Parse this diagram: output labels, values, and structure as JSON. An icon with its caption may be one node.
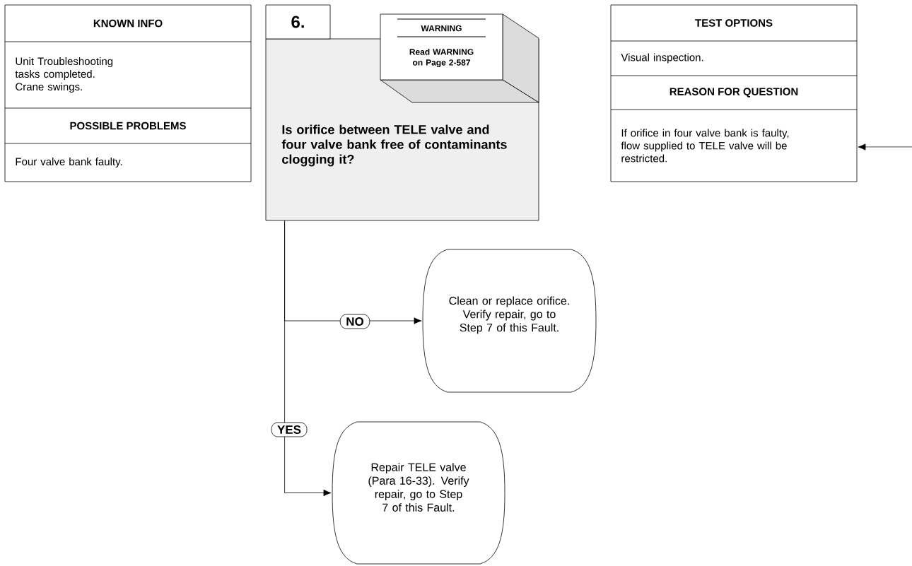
{
  "diagram": {
    "nodes": [
      {
        "text": [
          "KNOWN INFO",
          "Unit Troubleshooting tasks completed. Crane swings.",
          "POSSIBLE PROBLEMS",
          "Four valve bank faulty."
        ]
      },
      {
        "text": [
          "6.",
          "Is orifice between TELE valve and four valve bank free of contaminants clogging it?"
        ]
      },
      {
        "text": [
          "WARNING",
          "Read WARNING on Page 2-587"
        ]
      },
      {
        "text": [
          "TEST OPTIONS",
          "Visual inspection.",
          "REASON FOR QUESTION",
          "If orifice in four valve bank is faulty, flow supplied to TELE valve will be restricted."
        ]
      },
      {
        "text": [
          "Clean or replace orifice. Verify repair, go to Step 7 of this Fault."
        ]
      },
      {
        "text": [
          "Repair TELE valve (Para 16-33). Verify repair, go to Step 7 of this Fault."
        ]
      }
    ],
    "edges": [
      {
        "from": 1,
        "to": 4,
        "arrow": "to",
        "label": "NO"
      },
      {
        "from": 1,
        "to": 5,
        "arrow": "to",
        "label": "YES"
      },
      {
        "from": null,
        "to": 3,
        "arrow": "to"
      }
    ]
  }
}
